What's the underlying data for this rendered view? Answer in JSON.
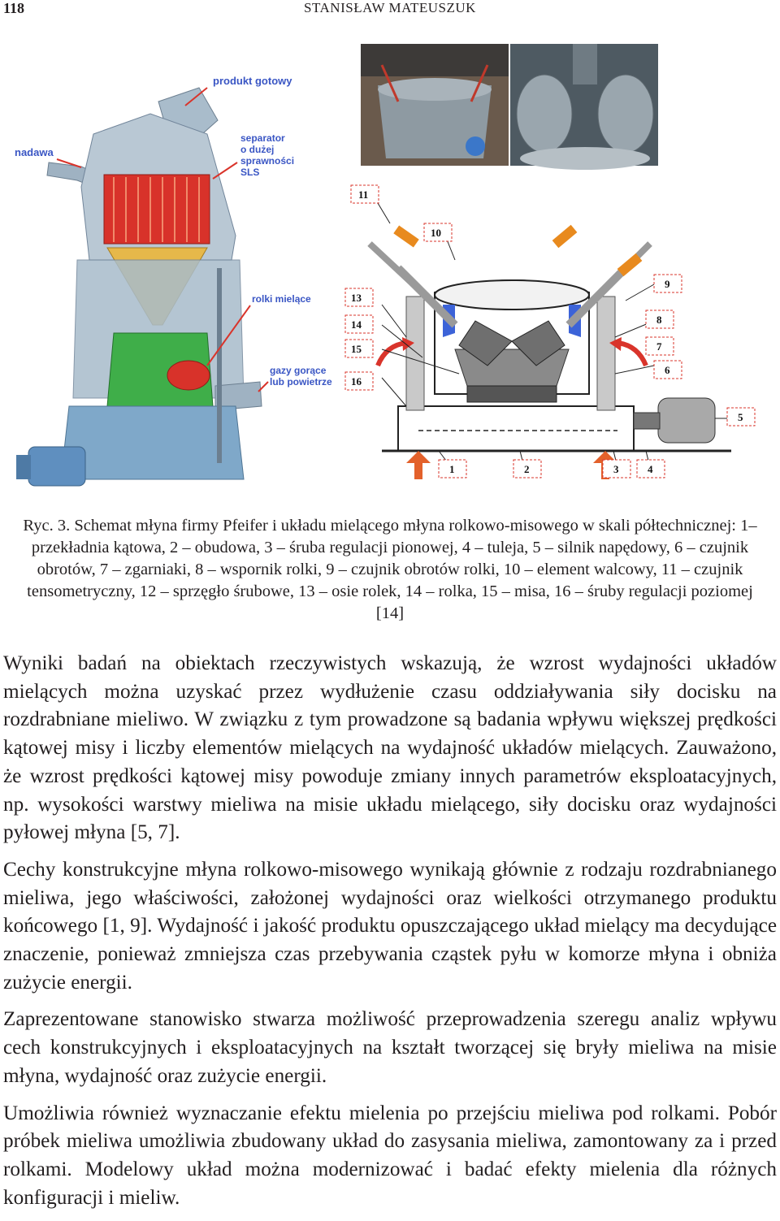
{
  "header": {
    "page_number": "118",
    "running_title": "STANISŁAW MATEUSZUK"
  },
  "figure": {
    "labels": {
      "produkt": "produkt gotowy",
      "nadawa": "nadawa",
      "separator_1": "separator",
      "separator_2": "o dużej",
      "separator_3": "sprawności",
      "separator_4": "SLS",
      "rolki": "rolki mielące",
      "gazy_1": "gazy gorące",
      "gazy_2": "lub powietrze"
    },
    "callouts": [
      "1",
      "2",
      "3",
      "4",
      "5",
      "6",
      "7",
      "8",
      "9",
      "10",
      "11",
      "13",
      "14",
      "15",
      "16"
    ],
    "colors": {
      "label_blue": "#3a56c4",
      "label_red": "#d9342b",
      "steel": "#8fa3b4",
      "yellow": "#e6b84a",
      "red_part": "#d8322a",
      "green_part": "#3fae49"
    }
  },
  "caption": "Ryc. 3. Schemat młyna firmy Pfeifer i układu mielącego młyna rolkowo-misowego w skali półtechnicznej: 1– przekładnia kątowa, 2 – obudowa, 3 – śruba regulacji pionowej, 4 – tuleja, 5 – silnik napędowy, 6 – czujnik obrotów, 7 – zgarniaki, 8 – wspornik rolki, 9 – czujnik obrotów rolki, 10 – element walcowy, 11 – czujnik tensometryczny, 12 – sprzęgło śrubowe, 13 – osie rolek, 14 – rolka, 15 – misa, 16 – śruby regulacji poziomej [14]",
  "paragraphs": [
    "Wyniki badań na obiektach rzeczywistych wskazują, że wzrost wydajności układów mielących można uzyskać przez wydłużenie czasu oddziaływania siły docisku na rozdrabniane mieliwo. W związku z tym prowadzone są badania wpływu większej prędkości kątowej misy i liczby elementów mielących na wydajność układów mielących. Zauważono, że wzrost prędkości kątowej misy powoduje zmiany innych parametrów eksploatacyjnych, np. wysokości warstwy mieliwa na misie układu mielącego, siły docisku oraz wydajności pyłowej młyna [5, 7].",
    "Cechy konstrukcyjne młyna rolkowo-misowego wynikają głównie z rodzaju rozdrabnianego mieliwa, jego właściwości, założonej wydajności oraz wielkości otrzymanego produktu końcowego [1, 9]. Wydajność i jakość produktu opuszczającego układ mielący ma decydujące znaczenie, ponieważ zmniejsza czas przebywania cząstek pyłu w komorze młyna i obniża zużycie energii.",
    "Zaprezentowane stanowisko stwarza możliwość przeprowadzenia szeregu analiz wpływu cech konstrukcyjnych i eksploatacyjnych na kształt tworzącej się bryły mieliwa na misie młyna, wydajność oraz zużycie energii.",
    "Umożliwia również wyznaczanie efektu mielenia po przejściu mieliwa pod rolkami. Pobór próbek mieliwa umożliwia zbudowany układ do zasysania mieliwa, zamontowany za i przed rolkami. Modelowy układ można modernizować i badać efekty mielenia dla różnych konfiguracji i mieliw."
  ]
}
